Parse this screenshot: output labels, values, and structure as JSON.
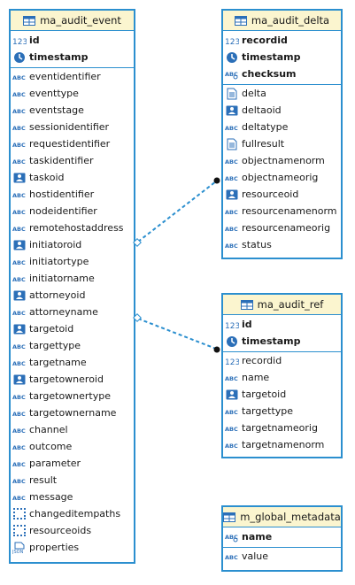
{
  "entities": [
    {
      "id": "ma_audit_event",
      "name": "ma_audit_event",
      "pk": [
        {
          "name": "id",
          "type": "number"
        },
        {
          "name": "timestamp",
          "type": "datetime"
        }
      ],
      "columns": [
        {
          "name": "eventidentifier",
          "type": "text"
        },
        {
          "name": "eventtype",
          "type": "text"
        },
        {
          "name": "eventstage",
          "type": "text"
        },
        {
          "name": "sessionidentifier",
          "type": "text"
        },
        {
          "name": "requestidentifier",
          "type": "text"
        },
        {
          "name": "taskidentifier",
          "type": "text"
        },
        {
          "name": "taskoid",
          "type": "uuid"
        },
        {
          "name": "hostidentifier",
          "type": "text"
        },
        {
          "name": "nodeidentifier",
          "type": "text"
        },
        {
          "name": "remotehostaddress",
          "type": "text"
        },
        {
          "name": "initiatoroid",
          "type": "uuid"
        },
        {
          "name": "initiatortype",
          "type": "text"
        },
        {
          "name": "initiatorname",
          "type": "text"
        },
        {
          "name": "attorneyoid",
          "type": "uuid"
        },
        {
          "name": "attorneyname",
          "type": "text"
        },
        {
          "name": "targetoid",
          "type": "uuid"
        },
        {
          "name": "targettype",
          "type": "text"
        },
        {
          "name": "targetname",
          "type": "text"
        },
        {
          "name": "targetowneroid",
          "type": "uuid"
        },
        {
          "name": "targetownertype",
          "type": "text"
        },
        {
          "name": "targetownername",
          "type": "text"
        },
        {
          "name": "channel",
          "type": "text"
        },
        {
          "name": "outcome",
          "type": "text"
        },
        {
          "name": "parameter",
          "type": "text"
        },
        {
          "name": "result",
          "type": "text"
        },
        {
          "name": "message",
          "type": "text"
        },
        {
          "name": "changeditempaths",
          "type": "array"
        },
        {
          "name": "resourceoids",
          "type": "array"
        },
        {
          "name": "properties",
          "type": "json"
        }
      ]
    },
    {
      "id": "ma_audit_delta",
      "name": "ma_audit_delta",
      "pk": [
        {
          "name": "recordid",
          "type": "number"
        },
        {
          "name": "timestamp",
          "type": "datetime"
        },
        {
          "name": "checksum",
          "type": "text-key"
        }
      ],
      "columns": [
        {
          "name": "delta",
          "type": "binary"
        },
        {
          "name": "deltaoid",
          "type": "uuid"
        },
        {
          "name": "deltatype",
          "type": "text"
        },
        {
          "name": "fullresult",
          "type": "binary"
        },
        {
          "name": "objectnamenorm",
          "type": "text"
        },
        {
          "name": "objectnameorig",
          "type": "text"
        },
        {
          "name": "resourceoid",
          "type": "uuid"
        },
        {
          "name": "resourcenamenorm",
          "type": "text"
        },
        {
          "name": "resourcenameorig",
          "type": "text"
        },
        {
          "name": "status",
          "type": "text"
        }
      ]
    },
    {
      "id": "ma_audit_ref",
      "name": "ma_audit_ref",
      "pk": [
        {
          "name": "id",
          "type": "number"
        },
        {
          "name": "timestamp",
          "type": "datetime"
        }
      ],
      "columns": [
        {
          "name": "recordid",
          "type": "number-plain"
        },
        {
          "name": "name",
          "type": "text"
        },
        {
          "name": "targetoid",
          "type": "uuid"
        },
        {
          "name": "targettype",
          "type": "text"
        },
        {
          "name": "targetnameorig",
          "type": "text"
        },
        {
          "name": "targetnamenorm",
          "type": "text"
        }
      ]
    },
    {
      "id": "m_global_metadata",
      "name": "m_global_metadata",
      "pk": [
        {
          "name": "name",
          "type": "text-key"
        }
      ],
      "columns": [
        {
          "name": "value",
          "type": "text"
        }
      ]
    }
  ],
  "relations": [
    {
      "from": "ma_audit_delta",
      "to": "ma_audit_event"
    },
    {
      "from": "ma_audit_ref",
      "to": "ma_audit_event"
    }
  ],
  "colors": {
    "border": "#2b8fcf",
    "header_bg": "#fbf5cf",
    "icon_blue": "#2b6fb8",
    "connector": "#2b8fcf"
  }
}
